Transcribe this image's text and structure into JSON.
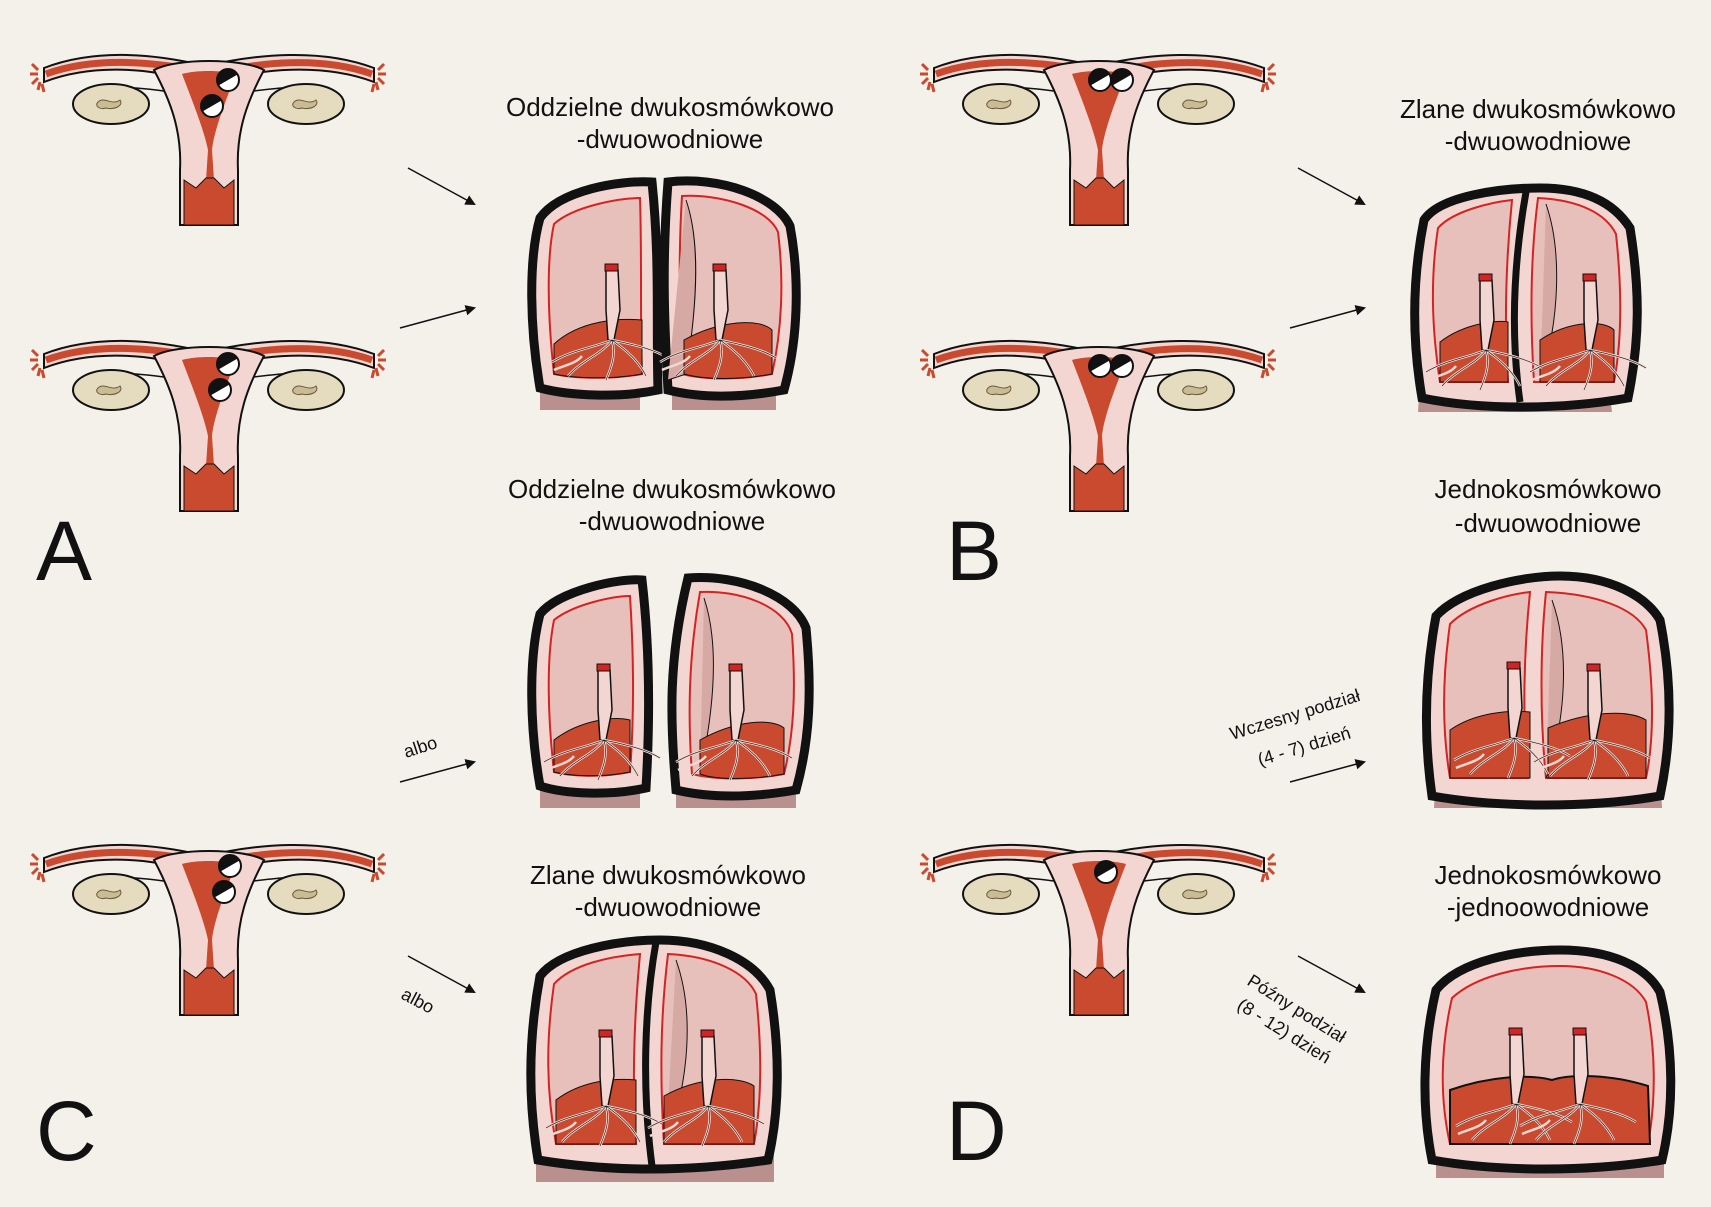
{
  "panels": {
    "a": {
      "letter": "A",
      "top_caption": [
        "Oddzielne dwukosmówkowo",
        "-dwuowodniowe"
      ]
    },
    "b": {
      "letter": "B",
      "top_caption": [
        "Zlane dwukosmówkowo",
        "-dwuowodniowe"
      ]
    },
    "c": {
      "letter": "C",
      "top_caption": [
        "Oddzielne dwukosmówkowo",
        "-dwuowodniowe"
      ],
      "bottom_caption": [
        "Zlane dwukosmówkowo",
        "-dwuowodniowe"
      ],
      "arrow_note_top": "albo",
      "arrow_note_bottom": "albo"
    },
    "d": {
      "letter": "D",
      "top_caption": [
        "Jednokosmówkowo",
        "-dwuowodniowe"
      ],
      "bottom_caption": [
        "Jednokosmówkowo",
        "-jednoowodniowe"
      ],
      "early_split": [
        "Wczesny podział",
        "(4 - 7) dzień"
      ],
      "late_split": [
        "Późny podział",
        "(8 - 12) dzień"
      ]
    }
  },
  "colors": {
    "background": "#f3f1e9",
    "tissue_light": "#f3d6d1",
    "tissue_red": "#c94a2f",
    "chorion": "#111111",
    "amnion": "#d42323",
    "amnion_fill": "#e8c0bb",
    "placenta": "#c94a2f",
    "base_shadow": "#b9908d",
    "ovary": "#e5dcc0"
  },
  "icons": {
    "uterus": "uterus-with-tubes-icon",
    "embryo": "embryo-icon",
    "sac": "gestational-sac-icon",
    "arrow": "arrow-icon"
  }
}
